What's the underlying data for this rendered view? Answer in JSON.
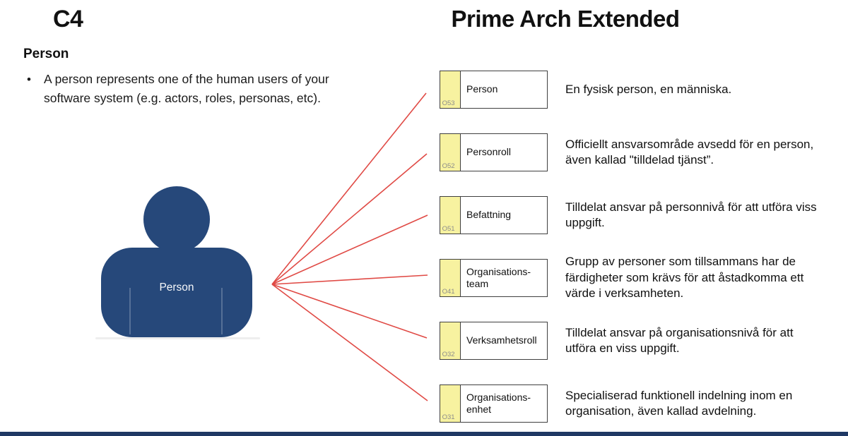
{
  "header": {
    "left_title": "C4",
    "right_title": "Prime Arch Extended"
  },
  "intro": {
    "heading": "Person",
    "bullet_marker": "•",
    "bullet_text": "A person represents one of the human users of your\nsoftware system (e.g. actors, roles, personas, etc)."
  },
  "person_figure": {
    "label": "Person"
  },
  "rows": [
    {
      "code": "O53",
      "label": "Person",
      "description": "En fysisk person, en människa."
    },
    {
      "code": "O52",
      "label": "Personroll",
      "description": "Officiellt ansvarsområde avsedd för en person,\näven kallad \"tilldelad tjänst”."
    },
    {
      "code": "O51",
      "label": "Befattning",
      "description": "Tilldelat ansvar på personnivå för att utföra viss\nuppgift."
    },
    {
      "code": "O41",
      "label": "Organisations-\nteam",
      "description": "Grupp av personer som tillsammans har de\nfärdigheter som krävs för att åstadkomma ett\nvärde i verksamheten."
    },
    {
      "code": "O32",
      "label": "Verksamhetsroll",
      "description": "Tilldelat ansvar på organisationsnivå för att\nutföra en viss uppgift."
    },
    {
      "code": "O31",
      "label": "Organisations-\nenhet",
      "description": "Specialiserad funktionell indelning inom en\norganisation, även kallad avdelning."
    }
  ],
  "colors": {
    "person_fill": "#26487a",
    "connector_red": "#e04a45",
    "tab_yellow": "#f7f2a0",
    "box_border": "#3f3f3f",
    "bottom_bar": "#1f3864"
  }
}
